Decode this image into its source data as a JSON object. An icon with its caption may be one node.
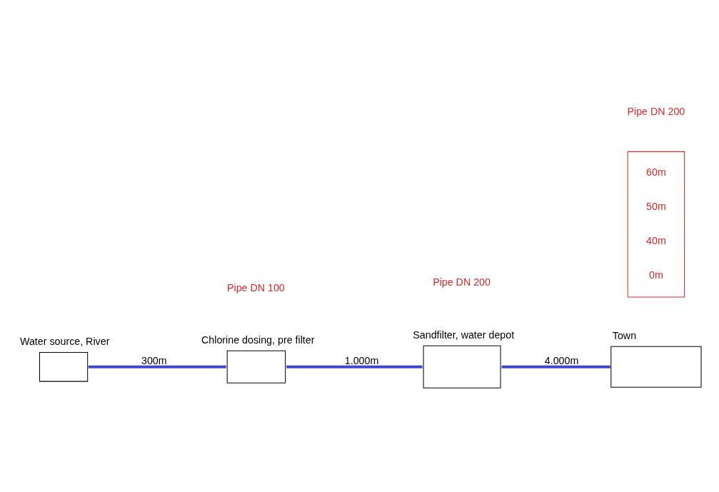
{
  "diagram": {
    "nodes": [
      {
        "text": [
          "Water source, River"
        ]
      },
      {
        "text": [
          "Chlorine dosing, pre filter"
        ]
      },
      {
        "text": [
          "Sandfilter, water depot"
        ]
      },
      {
        "text": [
          "Town"
        ]
      },
      {
        "text": [
          "60m",
          "50m",
          "40m",
          "0m"
        ]
      }
    ],
    "edges": [
      {
        "from": 0,
        "to": 1,
        "arrow": "none",
        "label": "300m"
      },
      {
        "from": 1,
        "to": 2,
        "arrow": "none",
        "label": "1.000m"
      },
      {
        "from": 2,
        "to": 3,
        "arrow": "none",
        "label": "4.000m"
      }
    ],
    "labels": [
      "Pipe DN 100",
      "Pipe DN 200",
      "Pipe DN 200"
    ]
  }
}
